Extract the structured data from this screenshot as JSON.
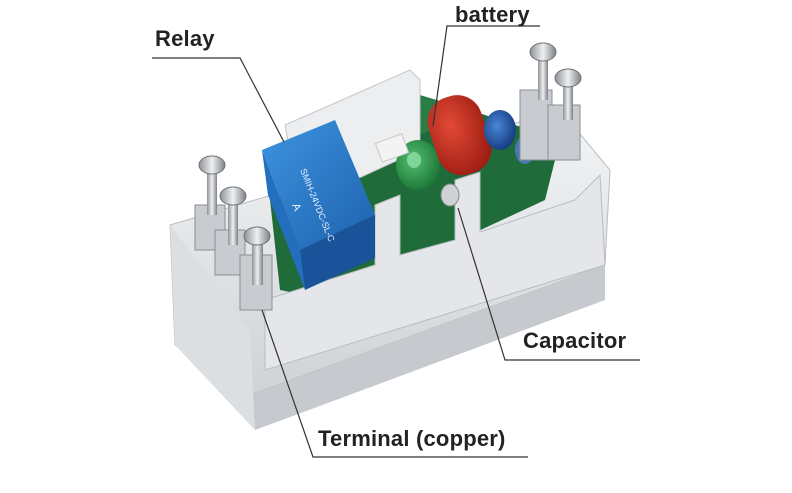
{
  "labels": {
    "relay": "Relay",
    "battery": "battery",
    "capacitor": "Capacitor",
    "terminal": "Terminal (copper)"
  },
  "relay_markings": {
    "line1": "SMIH-24VDC-SL-C",
    "line2": "A"
  },
  "colors": {
    "housing": "#e9eaec",
    "relay": "#2b7fd0",
    "pcb": "#1f6b3a",
    "red_capacitor": "#c0281b",
    "green_capacitor": "#2f9a4f",
    "blue_capacitor": "#1e5aa8",
    "leader_line": "#333333"
  }
}
